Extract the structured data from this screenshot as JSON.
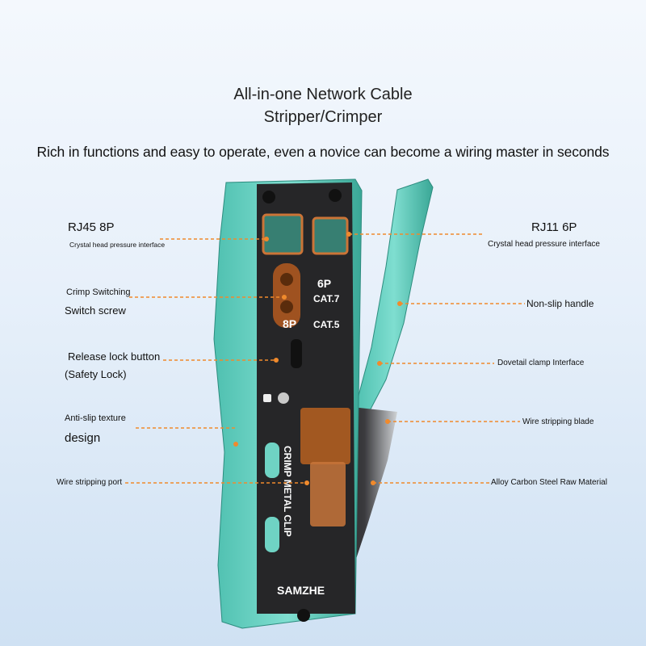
{
  "header": {
    "title_line1": "All-in-one Network Cable",
    "title_line2": "Stripper/Crimper",
    "subtitle": "Rich in functions and easy to operate, even a novice can become a wiring master in seconds"
  },
  "left_labels": {
    "rj45_title": "RJ45 8P",
    "rj45_sub": "Crystal head pressure interface",
    "crimp_line1": "Crimp Switching",
    "crimp_line2": "Switch screw",
    "release_line1": "Release lock button",
    "release_line2": "(Safety Lock)",
    "antislip_line1": "Anti-slip texture",
    "antislip_line2": "design",
    "strip_port": "Wire stripping port"
  },
  "right_labels": {
    "rj11_title": "RJ11 6P",
    "rj11_sub": "Crystal head pressure interface",
    "handle": "Non-slip handle",
    "dovetail": "Dovetail clamp Interface",
    "blade": "Wire stripping blade",
    "material": "Alloy Carbon Steel Raw Material"
  },
  "tool_markings": {
    "p6": "6P",
    "cat7": "CAT.7",
    "p8": "8P",
    "cat5": "CAT.5",
    "clip": "CRIMP METAL CLIP",
    "brand": "SAMZHE"
  },
  "colors": {
    "handle_teal": "#6fd3c4",
    "plate_dark": "#2b2b2d",
    "accent_orange": "#e8823a",
    "dashed_line": "#f08a2c"
  }
}
